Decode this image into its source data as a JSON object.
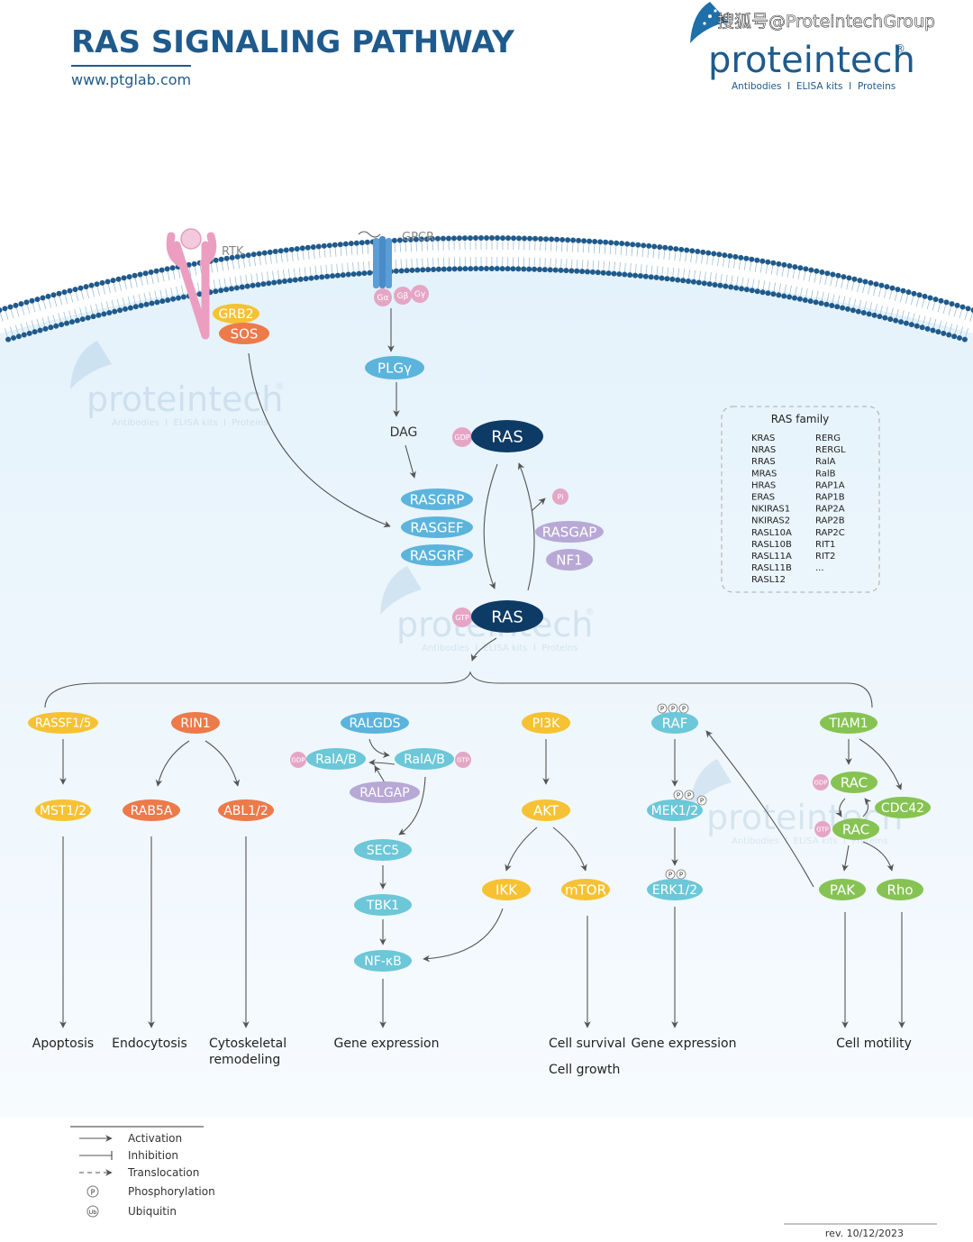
{
  "header": {
    "title": "RAS SIGNALING PATHWAY",
    "url": "www.ptglab.com",
    "watermark_top": "搜狐号@ProteintechGroup",
    "brand": "proteintech",
    "brand_reg": "®",
    "brand_tagline": "Antibodies  I  ELISA kits  I  Proteins",
    "bg_brand": "proteintech",
    "bg_brand_reg": "®",
    "bg_tagline": "Antibodies  I  ELISA kits  I  Proteins"
  },
  "colors": {
    "title": "#1f5a8c",
    "ras_dark": "#0d3b66",
    "node_blue": "#5bb4dc",
    "node_lavender": "#b7a8d6",
    "node_yellow": "#f6c234",
    "node_orange": "#ec7a4a",
    "node_cyan": "#6cc7d8",
    "node_green": "#86c353",
    "node_pink": "#e5a6c6",
    "rtk_pink": "#ec9ec0",
    "gpcr_blue": "#5b9dd6",
    "membrane": "#1f5a8c",
    "cell_bg": "#eef7fc"
  },
  "membrane_labels": {
    "rtk": "RTK",
    "gpcr": "GPCR"
  },
  "nodes": {
    "grb2": "GRB2",
    "sos": "SOS",
    "galpha": "Gα",
    "gbeta": "Gβ",
    "ggamma": "Gγ",
    "plcg": "PLGγ",
    "dag": "DAG",
    "ras_gdp": "RAS",
    "gdp_badge": "GDP",
    "ras_gtp": "RAS",
    "gtp_badge": "GTP",
    "rasgrp": "RASGRP",
    "rasgef": "RASGEF",
    "rasgrf": "RASGRF",
    "pi": "Pi",
    "rasgap": "RASGAP",
    "nf1": "NF1",
    "rassf": "RASSF1/5",
    "mst": "MST1/2",
    "rin1": "RIN1",
    "rab5a": "RAB5A",
    "abl": "ABL1/2",
    "ralgds": "RALGDS",
    "rala_gdp": "RalA/B",
    "rala_gtp": "RalA/B",
    "ralgap": "RALGAP",
    "sec5": "SEC5",
    "tbk1": "TBK1",
    "nfkb": "NF-κB",
    "pi3k": "PI3K",
    "akt": "AKT",
    "ikk": "IKK",
    "mtor": "mTOR",
    "raf": "RAF",
    "mek": "MEK1/2",
    "erk": "ERK1/2",
    "tiam1": "TIAM1",
    "rac_gdp": "RAC",
    "rac_gtp": "RAC",
    "cdc42": "CDC42",
    "pak": "PAK",
    "rho": "Rho",
    "p": "P"
  },
  "outcomes": {
    "apoptosis": "Apoptosis",
    "endocytosis": "Endocytosis",
    "cyto_1": "Cytoskeletal",
    "cyto_2": "remodeling",
    "gene_expr_1": "Gene expression",
    "cell_survival": "Cell survival",
    "cell_growth": "Cell growth",
    "gene_expr_2": "Gene expression",
    "cell_motility": "Cell motility"
  },
  "ras_family": {
    "title": "RAS family",
    "col1": [
      "KRAS",
      "NRAS",
      "RRAS",
      "MRAS",
      "HRAS",
      "ERAS",
      "NKIRAS1",
      "NKIRAS2",
      "RASL10A",
      "RASL10B",
      "RASL11A",
      "RASL11B",
      "RASL12"
    ],
    "col2": [
      "RERG",
      "RERGL",
      "RalA",
      "RalB",
      "RAP1A",
      "RAP1B",
      "RAP2A",
      "RAP2B",
      "RAP2C",
      "RIT1",
      "RIT2",
      "..."
    ]
  },
  "legend": {
    "activation": "Activation",
    "inhibition": "Inhibition",
    "translocation": "Translocation",
    "phosphorylation": "Phosphorylation",
    "ubiquitin": "Ubiquitin",
    "p_symbol": "P",
    "ub_symbol": "Ub"
  },
  "footer": {
    "rev": "rev. 10/12/2023"
  }
}
